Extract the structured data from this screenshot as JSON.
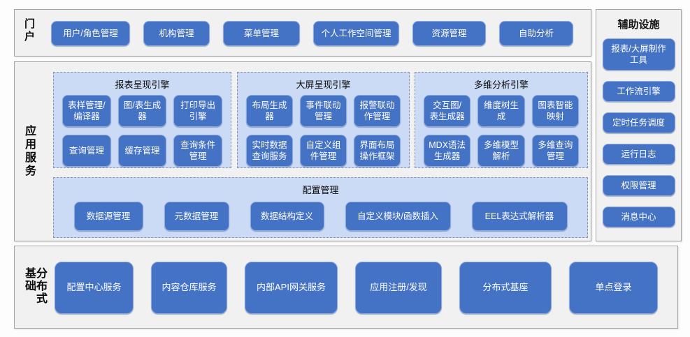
{
  "colors": {
    "accent_blue": "#4472C4",
    "panel_bg": "#F1F1F1",
    "engine_bg": "#CBDBF6"
  },
  "portal": {
    "label": "门户",
    "items": [
      "用户/角色管理",
      "机构管理",
      "菜单管理",
      "个人工作空间管理",
      "资源管理",
      "自助分析"
    ]
  },
  "app_services": {
    "label": "应用服务",
    "engines": [
      {
        "title": "报表呈现引擎",
        "items": [
          "表样管理/编译器",
          "图/表生成器",
          "打印导出引擎",
          "查询管理",
          "缓存管理",
          "查询条件管理"
        ]
      },
      {
        "title": "大屏呈现引擎",
        "items": [
          "布局生成器",
          "事件联动管理",
          "报警联动作管理",
          "实时数据查询服务",
          "自定义组件管理",
          "界面布局操作框架"
        ]
      },
      {
        "title": "多维分析引擎",
        "items": [
          "交互图/表生成器",
          "维度树生成",
          "图表智能映射",
          "MDX语法生成器",
          "多维模型解析",
          "多维查询管理"
        ]
      }
    ],
    "config": {
      "title": "配置管理",
      "items": [
        "数据源管理",
        "元数据管理",
        "数据结构定义",
        "自定义模块/函数插入",
        "EEL表达式解析器"
      ]
    }
  },
  "auxiliary": {
    "title": "辅助设施",
    "items": [
      "报表/大屏制作工具",
      "工作流引擎",
      "定时任务调度",
      "运行日志",
      "权限管理",
      "消息中心"
    ]
  },
  "distributed": {
    "label": "分布式基础",
    "items": [
      "配置中心服务",
      "内容仓库服务",
      "内部API网关服务",
      "应用注册/发现",
      "分布式基座",
      "单点登录"
    ]
  }
}
